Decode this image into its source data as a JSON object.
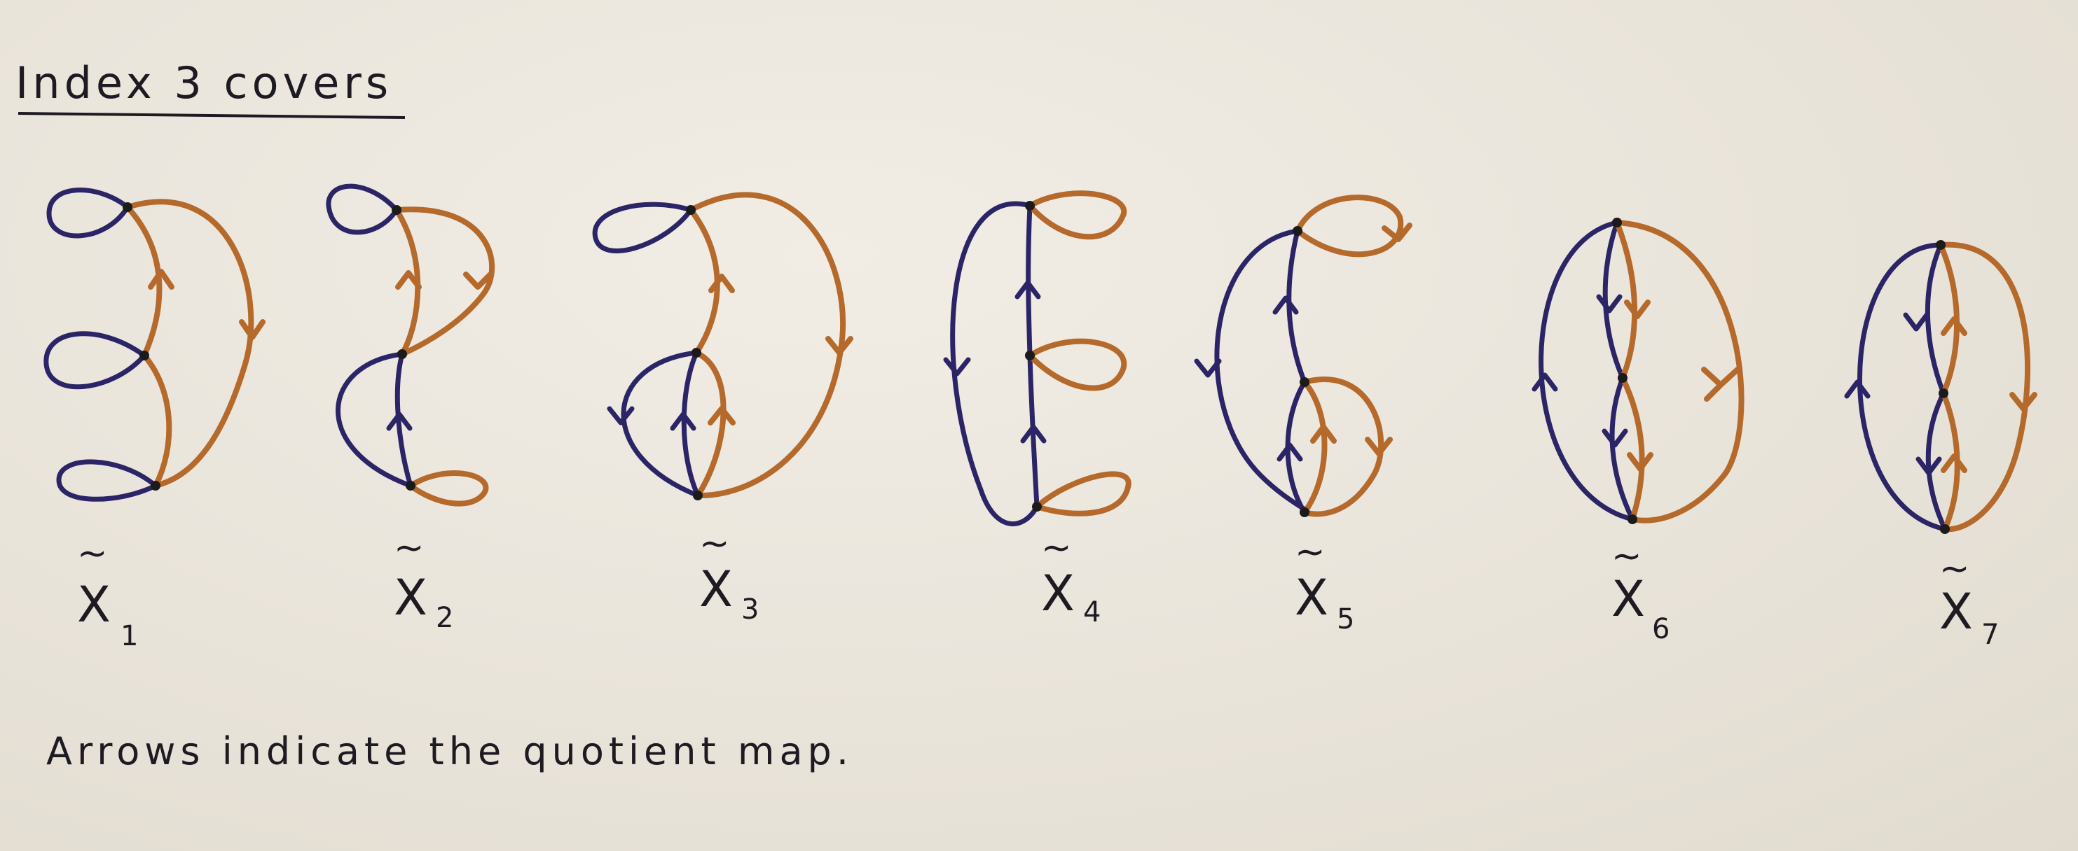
{
  "title": "Index 3 covers",
  "caption": "Arrows indicate the quotient map.",
  "colors": {
    "purple_edge": "#2b2466",
    "orange_edge": "#b5692a",
    "vertex": "#1b1b1b",
    "paper": "#ebe6dc"
  },
  "covers": [
    {
      "letter": "X",
      "accent": "~",
      "subscript": "1"
    },
    {
      "letter": "X",
      "accent": "~",
      "subscript": "2"
    },
    {
      "letter": "X",
      "accent": "~",
      "subscript": "3"
    },
    {
      "letter": "X",
      "accent": "~",
      "subscript": "4"
    },
    {
      "letter": "X",
      "accent": "~",
      "subscript": "5"
    },
    {
      "letter": "X",
      "accent": "~",
      "subscript": "6"
    },
    {
      "letter": "X",
      "accent": "~",
      "subscript": "7"
    }
  ]
}
